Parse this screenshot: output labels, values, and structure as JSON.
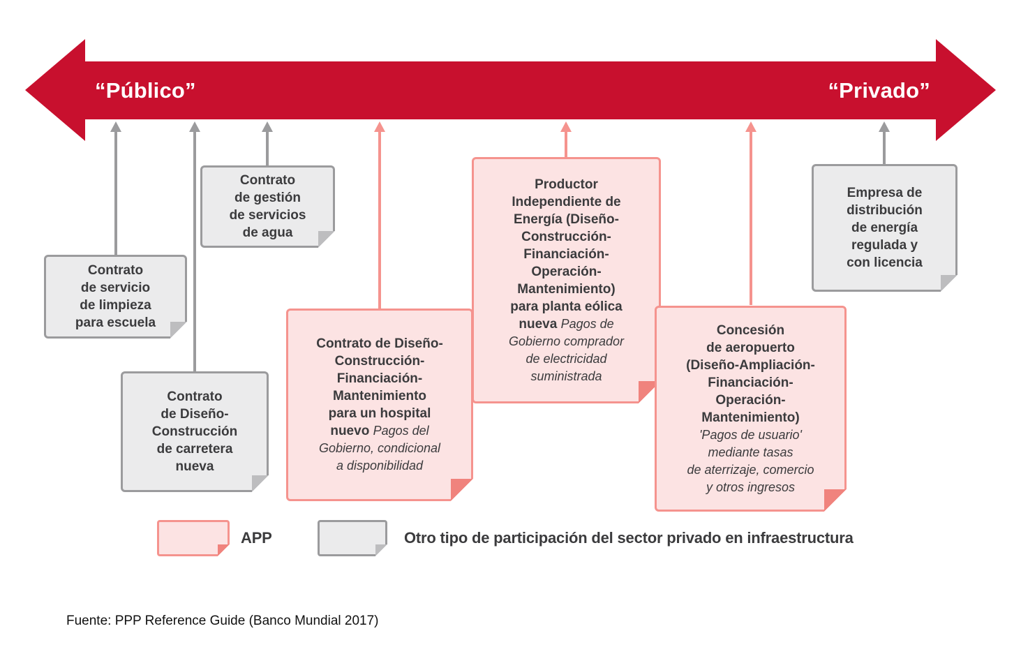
{
  "diagram": {
    "left_label": "“Público”",
    "right_label": "“Privado”"
  },
  "boxes": [
    {
      "name": "contrato-limpieza-escuela",
      "category": "otro",
      "text": "Contrato\nde servicio\nde limpieza\npara escuela"
    },
    {
      "name": "contrato-carretera-nueva",
      "category": "otro",
      "text": "Contrato\nde Diseño-\nConstrucción\nde carretera\nnueva"
    },
    {
      "name": "contrato-gestion-agua",
      "category": "otro",
      "text": "Contrato\nde gestión\nde servicios\nde agua"
    },
    {
      "name": "contrato-hospital-nuevo",
      "category": "app",
      "bold": "Contrato de Diseño-\nConstrucción-\nFinanciación-\nMantenimiento\npara un hospital\nnuevo ",
      "italic": "Pagos del\nGobierno, condicional\na disponibilidad"
    },
    {
      "name": "productor-independiente-energia",
      "category": "app",
      "bold": "Productor\nIndependiente de\nEnergía (Diseño-\nConstrucción-\nFinanciación-\nOperación-\nMantenimiento)\npara planta eólica\nnueva ",
      "italic": "Pagos de\nGobierno comprador\nde electricidad\nsuministrada"
    },
    {
      "name": "concesion-aeropuerto",
      "category": "app",
      "bold": "Concesión\nde aeropuerto\n(Diseño-Ampliación-\nFinanciación-\nOperación-\nMantenimiento)\n",
      "italic": "'Pagos de usuario'\nmediante tasas\nde aterrizaje, comercio\ny otros ingresos"
    },
    {
      "name": "empresa-distribucion-energia",
      "category": "otro",
      "text": "Empresa de\ndistribución\nde energía\nregulada y\ncon licencia"
    }
  ],
  "legend": {
    "app_label": "APP",
    "other_label": "Otro tipo de participación del sector privado en infraestructura"
  },
  "source": "Fuente: PPP Reference Guide (Banco Mundial 2017)",
  "colors": {
    "red": "#c8102e",
    "pink-border": "#f5938e",
    "pink-fill": "#fce3e3",
    "pink-flap": "#f0837d",
    "gray-border": "#9b9b9d",
    "gray-fill": "#ebebec",
    "gray-flap": "#bdbdbf",
    "text": "#3b3b3d"
  }
}
